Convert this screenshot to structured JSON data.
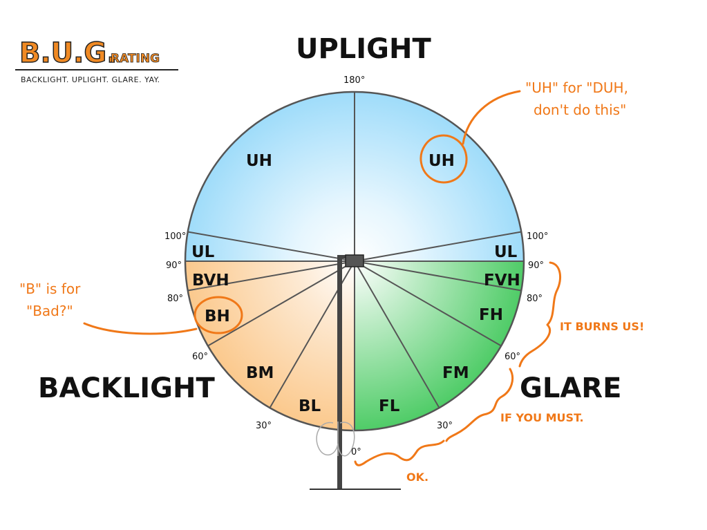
{
  "logo": {
    "title": "B.U.G.",
    "rating": "RATING",
    "tagline": "BACKLIGHT. UPLIGHT. GLARE. YAY."
  },
  "headings": {
    "uplight": "UPLIGHT",
    "backlight": "BACKLIGHT",
    "glare": "GLARE"
  },
  "degrees": {
    "d180": "180°",
    "d100_left": "100°",
    "d100_right": "100°",
    "d90_left": "90°",
    "d90_right": "90°",
    "d80_left": "80°",
    "d80_right": "80°",
    "d60_left": "60°",
    "d60_right": "60°",
    "d30_left": "30°",
    "d30_right": "30°",
    "d0": "0°"
  },
  "zones": {
    "uh_left": "UH",
    "uh_right": "UH",
    "ul_left": "UL",
    "ul_right": "UL",
    "bvh": "BVH",
    "bh": "BH",
    "bm": "BM",
    "bl": "BL",
    "fvh": "FVH",
    "fh": "FH",
    "fm": "FM",
    "fl": "FL"
  },
  "notes": {
    "uh_line1": "\"UH\" for \"DUH,",
    "uh_line2": "don't do this\"",
    "b_line1": "\"B\" is for",
    "b_line2": "\"Bad?\"",
    "burns": "IT BURNS US!",
    "must": "IF YOU MUST.",
    "ok": "OK."
  },
  "colors": {
    "uplight": "#9fdcfa",
    "backlight": "#fbc98d",
    "glare": "#4fcc67",
    "accent": "#f07818"
  }
}
